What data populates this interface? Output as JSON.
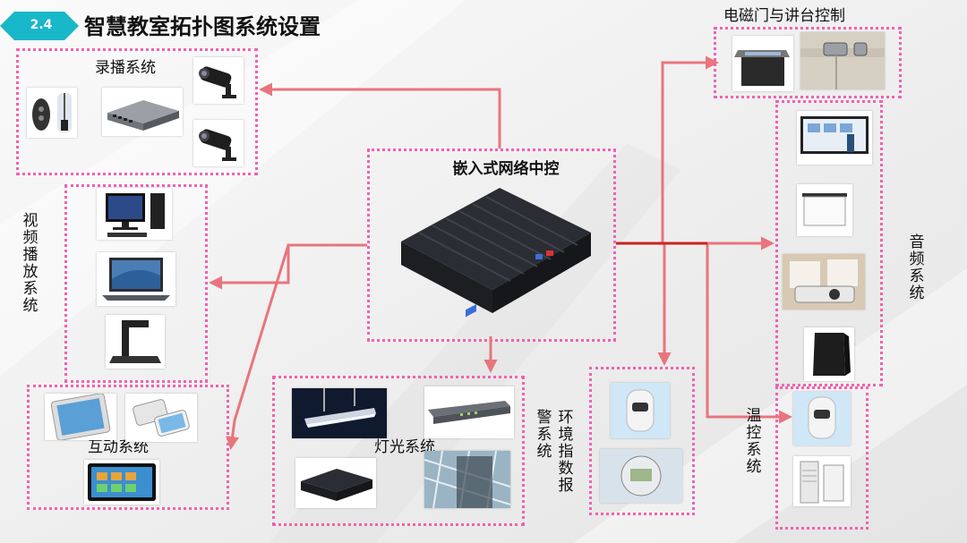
{
  "header": {
    "badge": "2.4",
    "title": "智慧教室拓扑图系统设置"
  },
  "hub": {
    "title": "嵌入式网络中控"
  },
  "systems": {
    "recording": "录播系统",
    "video_playback": "视频播放系统",
    "interactive": "互动系统",
    "lighting": "灯光系统",
    "env_alarm_col1": "环境指数报",
    "env_alarm_col2": "警系统",
    "temperature": "温控系统",
    "audio": "音频系统",
    "door_podium": "电磁门与讲台控制"
  },
  "colors": {
    "accent": "#18b7c9",
    "arrow": "#e8757d",
    "hub_line": "#cc2222",
    "box_border": "#f062b0"
  }
}
